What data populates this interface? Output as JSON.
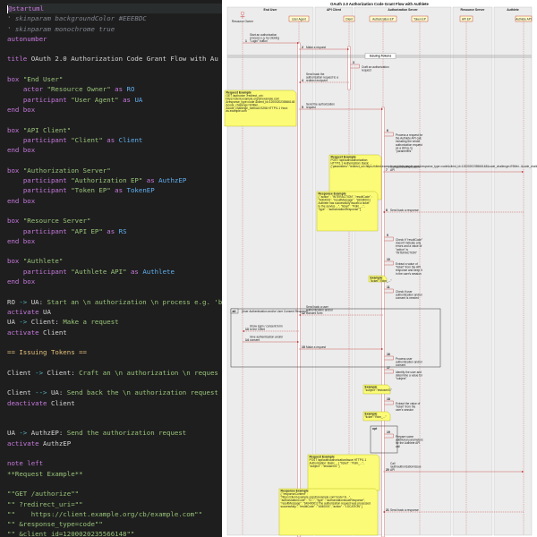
{
  "editor": {
    "lines": [
      "@startuml",
      "' skinparam backgroundColor #EEEBDC",
      "' skinparam monochrome true",
      "autonumber",
      "",
      "title OAuth 2.0 Authorization Code Grant Flow with Au",
      "",
      "box \"End User\"",
      "    actor \"Resource Owner\" as RO",
      "    participant \"User Agent\" as UA",
      "end box",
      "",
      "box \"API Client\"",
      "    participant \"Client\" as Client",
      "end box",
      "",
      "box \"Authorization Server\"",
      "    participant \"Authorization EP\" as AuthzEP",
      "    participant \"Token EP\" as TokenEP",
      "end box",
      "",
      "box \"Resource Server\"",
      "    participant \"API EP\" as RS",
      "end box",
      "",
      "box \"Authlete\"",
      "    participant \"Authlete API\" as Authlete",
      "end box",
      "",
      "RO -> UA: Start an \\n authorization \\n process e.g. 'b",
      "activate UA",
      "UA -> Client: Make a request",
      "activate Client",
      "",
      "== Issuing Tokens ==",
      "",
      "Client -> Client: Craft an \\n authorization \\n reques",
      "",
      "Client --> UA: Send back the \\n authorization request",
      "deactivate Client",
      "",
      "",
      "UA -> AuthzEP: Send the authorization request",
      "activate AuthzEP",
      "",
      "note left",
      "**Request Example**",
      "",
      "\"\"GET /authorize\"\"",
      "\"\" ?redirect_uri=\"\"",
      "\"\"    https://client.example.org/cb/example.com\"\"",
      "\"\" &response_type=code\"\"",
      "\"\" &client_id=1200020235566148\"\""
    ]
  },
  "diagram": {
    "title": "OAuth 2.0 Authorization Code Grant Flow with Authlete",
    "boxes": [
      "End User",
      "API Client",
      "Authorization Server",
      "Resource Server",
      "Authlete"
    ],
    "participants": [
      "Resource Owner",
      "User Agent",
      "Client",
      "Authorization EP",
      "Token EP",
      "API EP",
      "Authlete API"
    ],
    "divider": "Issuing Tokens",
    "messages": [
      {
        "n": "1",
        "text": "Start an authorization process e.g. by clicking \"Login\" button"
      },
      {
        "n": "2",
        "text": "Make a request"
      },
      {
        "n": "3",
        "text": "Craft an authorization request"
      },
      {
        "n": "4",
        "text": "Send back the authorization request to a redirect endpoint"
      },
      {
        "n": "5",
        "text": "Send the authorization request"
      },
      {
        "n": "6",
        "text": "Process a request for the Authlete API call, including the whole authorization request as a string, to \"parameters\""
      },
      {
        "n": "7",
        "text": "Call /auth/authorization API"
      },
      {
        "n": "8",
        "text": "Send back a response"
      },
      {
        "n": "9",
        "text": "Check if \"resultCode\" doesn't indicate any errors and a value of \"action\" is \"INTERACTION\""
      },
      {
        "n": "10",
        "text": "Extract a value of \"ticket\" from the API response and keep it in the user's session"
      },
      {
        "n": "11",
        "text": "Check if user authentication and/or consent is needed"
      },
      {
        "n": "12",
        "text": "Send back a user authentication and/or consent form"
      },
      {
        "n": "13",
        "text": "Show login / consent form to the Client"
      },
      {
        "n": "14",
        "text": "Give authentication and/or consent"
      },
      {
        "n": "15",
        "text": "Make a request"
      },
      {
        "n": "16",
        "text": "Process user authentication and/or consent"
      },
      {
        "n": "17",
        "text": "Identify the user and determine a value for \"subject\""
      },
      {
        "n": "18",
        "text": "Extract the value of \"ticket\" from the user's session"
      },
      {
        "n": "19",
        "text": "Prepare some additional parameters for the Authlete API call"
      },
      {
        "n": "20",
        "text": "Call /auth/authorization/issue API"
      },
      {
        "n": "21",
        "text": "Send back a response"
      }
    ],
    "group_label": "alt",
    "group_condition": "[User Authentication and/or User Consent Required]",
    "opt_label": "opt",
    "notes": [
      {
        "title": "Request Example",
        "body": "GET /authorize ?redirect_uri= https://client.example.org/cb/example.com &response_type=code &client_id=1200020235566148 &code_challenge=E9Mel... &code_challenge_method=S256 HTTP/1.1 Host: as.example.com"
      },
      {
        "title": "Request Example",
        "body": "POST /api/auth/authorization HTTP/1.1 Authorization: Basic ...  {\"parameters\":\"redirect_uri=https://client.example.org/cb/example.com&response_type=code&client_id=1200020235566148&code_challenge=E9Mel...&code_challenge_method=S256\"}"
      },
      {
        "title": "Response Example",
        "body": "{ \"action\" : \"INTERACTION\", \"resultCode\" : \"A004001\", \"resultMessage\" : \"[A004001] Authlete has successfully issued a ticket to the service ...\", \"ticket\" : \"Rdm_...\", \"type\" : \"authorizationResponse\" }"
      },
      {
        "title": "Example",
        "body": "\"ticket\":\"Rdm_...\""
      },
      {
        "title": "Example",
        "body": "\"subject\":\"testuser01\""
      },
      {
        "title": "Example",
        "body": "\"ticket\":\"Rdm_...\""
      },
      {
        "title": "Request Example",
        "body": "POST /api/auth/authorization/issue HTTP/1.1 Authorization: Basic ...  { \"ticket\" : \"Rdm_...\", \"subject\" : \"testuser01\" }"
      },
      {
        "title": "Response Example",
        "body": "{ \"responseContent\" : \"https://client.example.org/cb/example.com?code=G...\", \"authorizationCode\" : \"G...\", \"type\" : \"authorizationIssueResponse\", \"resultMessage\" : \"[A040001] The authorization request was processed successfully.\", \"resultCode\" : \"A040001\", \"action\" : \"LOCATION\" }"
      }
    ]
  }
}
